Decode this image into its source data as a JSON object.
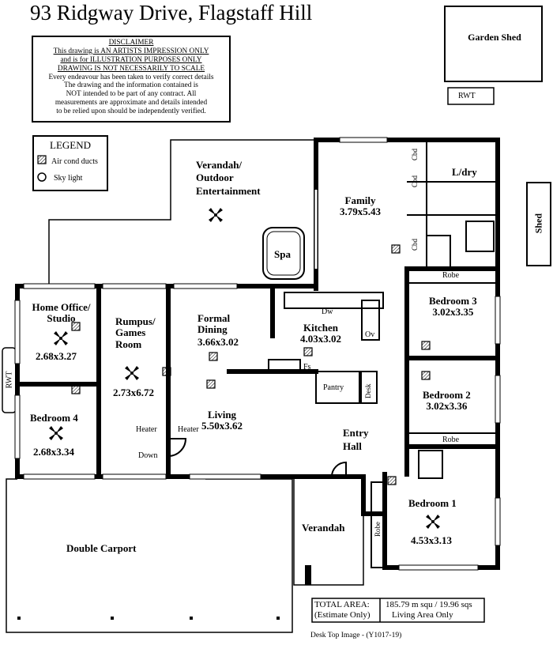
{
  "title": "93 Ridgway Drive, Flagstaff Hill",
  "disclaimer": {
    "heading": "DISCLAIMER",
    "underlined": [
      "This drawing is AN ARTISTS IMPRESSION ONLY",
      "and is for ILLUSTRATION PURPOSES ONLY",
      "DRAWING IS NOT NECESSARILY TO SCALE"
    ],
    "lines": [
      "Every endeavour has been taken to verify correct details",
      "The drawing and the information contained is",
      "NOT intended to be part of any contract. All",
      "measurements are approximate and details intended",
      "to be relied upon should be independently verified."
    ]
  },
  "legend": {
    "heading": "LEGEND",
    "items": [
      {
        "icon": "air-cond-duct-icon",
        "label": "Air cond ducts"
      },
      {
        "icon": "sky-light-icon",
        "label": "Sky light"
      }
    ]
  },
  "outbuildings": {
    "garden_shed": "Garden Shed",
    "rwt_top": "RWT",
    "shed": "Shed",
    "rwt_left": "RWT"
  },
  "rooms": {
    "verandah_outdoor": "Verandah/ Outdoor Entertainment",
    "spa": "Spa",
    "family": {
      "name": "Family",
      "size": "3.79x5.43"
    },
    "laundry": "L/dry",
    "cbd": "Cbd",
    "home_office": {
      "name": "Home Office/ Studio",
      "size": "2.68x3.27"
    },
    "rumpus": {
      "name": "Rumpus/ Games Room",
      "size": "2.73x6.72"
    },
    "formal_dining": {
      "name": "Formal Dining",
      "size": "3.66x3.02"
    },
    "kitchen": {
      "name": "Kitchen",
      "size": "4.03x3.02"
    },
    "bedroom3": {
      "name": "Bedroom 3",
      "size": "3.02x3.35"
    },
    "bedroom2": {
      "name": "Bedroom 2",
      "size": "3.02x3.36"
    },
    "bedroom4": {
      "name": "Bedroom 4",
      "size": "2.68x3.34"
    },
    "living": {
      "name": "Living",
      "size": "5.50x3.62"
    },
    "entry": "Entry Hall",
    "bedroom1": {
      "name": "Bedroom 1",
      "size": "4.53x3.13"
    },
    "carport": "Double Carport",
    "verandah": "Verandah",
    "pantry": "Pantry",
    "desk": "Desk",
    "robe": "Robe",
    "dw": "Dw",
    "ov": "Ov",
    "fs": "Fs",
    "heater": "Heater",
    "down": "Down"
  },
  "area": {
    "label1": "TOTAL AREA:",
    "label2": "(Estimate Only)",
    "value1": "185.79 m squ /  19.96 sqs",
    "value2": "Living Area Only"
  },
  "footer": "Desk Top Image - (Y1017-19)"
}
